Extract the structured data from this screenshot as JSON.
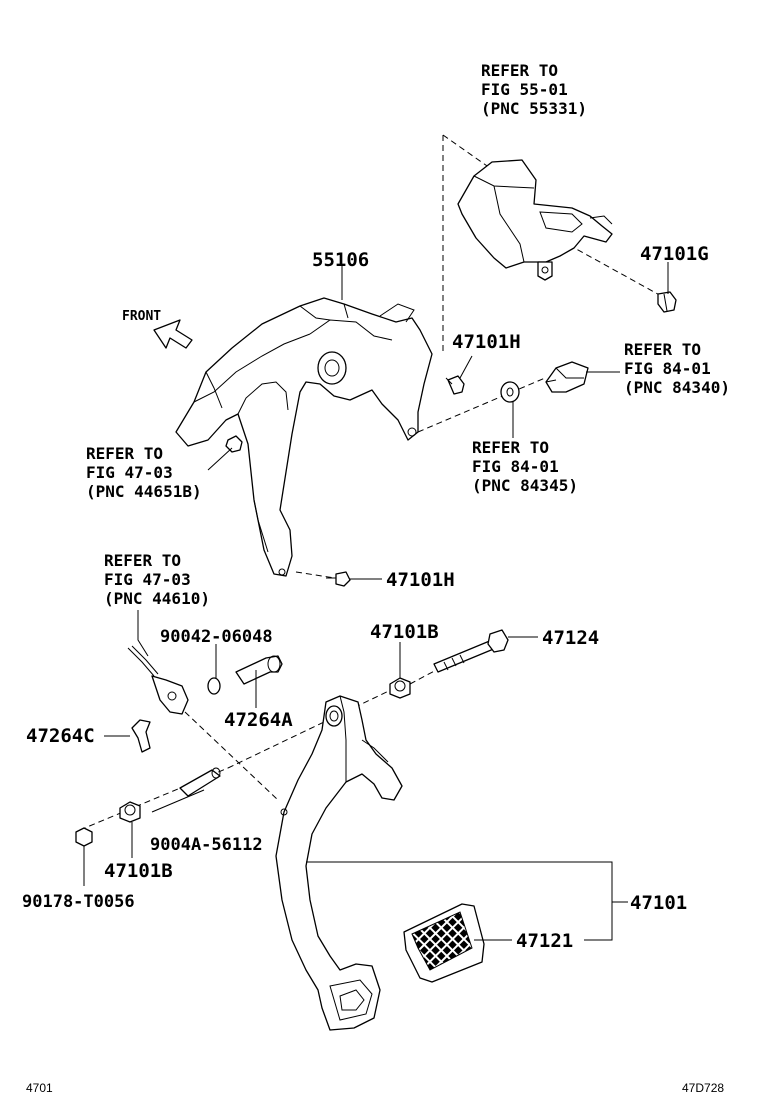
{
  "front_label": "FRONT",
  "refs": {
    "r55": [
      "REFER TO",
      "FIG 55-01",
      "(PNC 55331)"
    ],
    "r84a": [
      "REFER TO",
      "FIG 84-01",
      "(PNC 84340)"
    ],
    "r84b": [
      "REFER TO",
      "FIG 84-01",
      "(PNC 84345)"
    ],
    "r47a": [
      "REFER TO",
      "FIG 47-03",
      "(PNC 44651B)"
    ],
    "r47b": [
      "REFER TO",
      "FIG 47-03",
      "(PNC 44610)"
    ]
  },
  "parts": {
    "p55106": "55106",
    "p47101G": "47101G",
    "p47101H_top": "47101H",
    "p47101H_bot": "47101H",
    "p90042": "90042-06048",
    "p47101B_top": "47101B",
    "p47124": "47124",
    "p47264A": "47264A",
    "p47264C": "47264C",
    "p9004A": "9004A-56112",
    "p47101B_bot": "47101B",
    "p90178": "90178-T0056",
    "p47101": "47101",
    "p47121": "47121"
  },
  "footer": {
    "left": "4701",
    "right": "47D728"
  }
}
